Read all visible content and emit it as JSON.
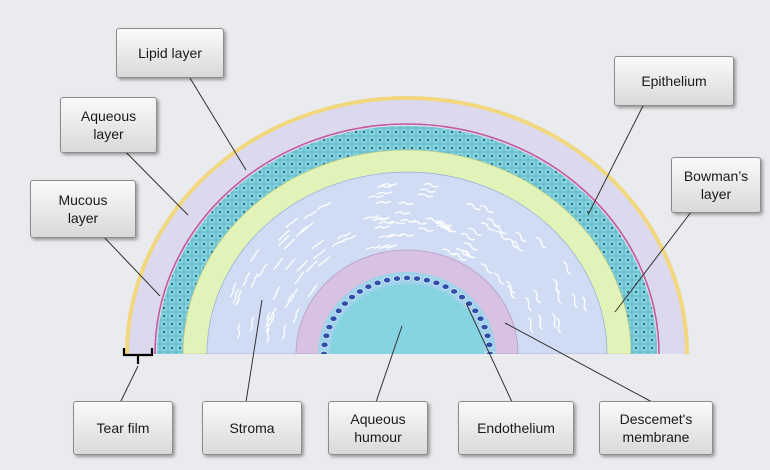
{
  "labels": {
    "lipid_layer": "Lipid layer",
    "aqueous_layer": "Aqueous\nlayer",
    "mucous_layer": "Mucous\nlayer",
    "epithelium": "Epithelium",
    "bowmans_layer": "Bowman’s\nlayer",
    "tear_film": "Tear film",
    "stroma": "Stroma",
    "aqueous_humour": "Aqueous\nhumour",
    "endothelium": "Endothelium",
    "descemets_membrane": "Descemet's\nmembrane"
  },
  "colors": {
    "background": "#e9ebee",
    "lipid_layer": "#f2d46a",
    "tear_film_aqueous": "#dcd9ee",
    "mucous_line": "#c25c9c",
    "epithelium": "#7fd2dd",
    "bowmans_layer": "#e1f3b8",
    "stroma": "#cfdcf3",
    "descemets_membrane": "#d8c2e2",
    "endothelium": "#8ac8e6",
    "aqueous_humour": "#86d3e1"
  }
}
